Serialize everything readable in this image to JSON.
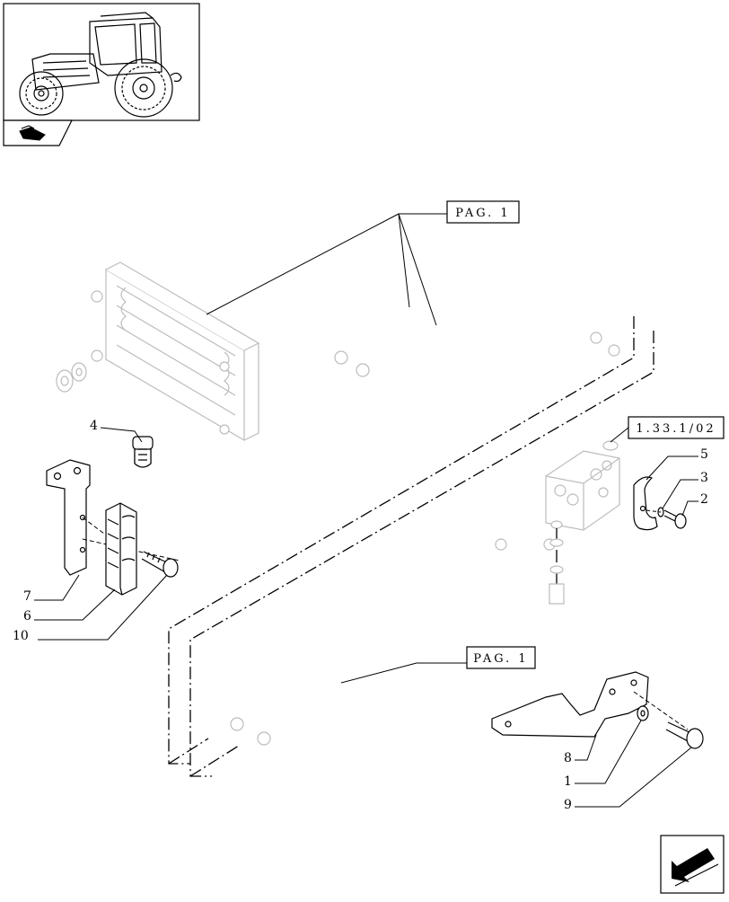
{
  "references": {
    "upper_page": "PAG. 1",
    "lower_page": "PAG. 1",
    "valve_ref": "1.33.1/02"
  },
  "callouts": {
    "c1": "1",
    "c2": "2",
    "c3": "3",
    "c4": "4",
    "c5": "5",
    "c6": "6",
    "c7": "7",
    "c8": "8",
    "c9": "9",
    "c10": "10"
  },
  "icons": {
    "thumbnail": "tractor-thumbnail",
    "section": "section-flag-icon",
    "next": "next-page-arrow-icon"
  },
  "colors": {
    "line": "#000000",
    "faded": "#bcbcbc",
    "background": "#ffffff"
  }
}
